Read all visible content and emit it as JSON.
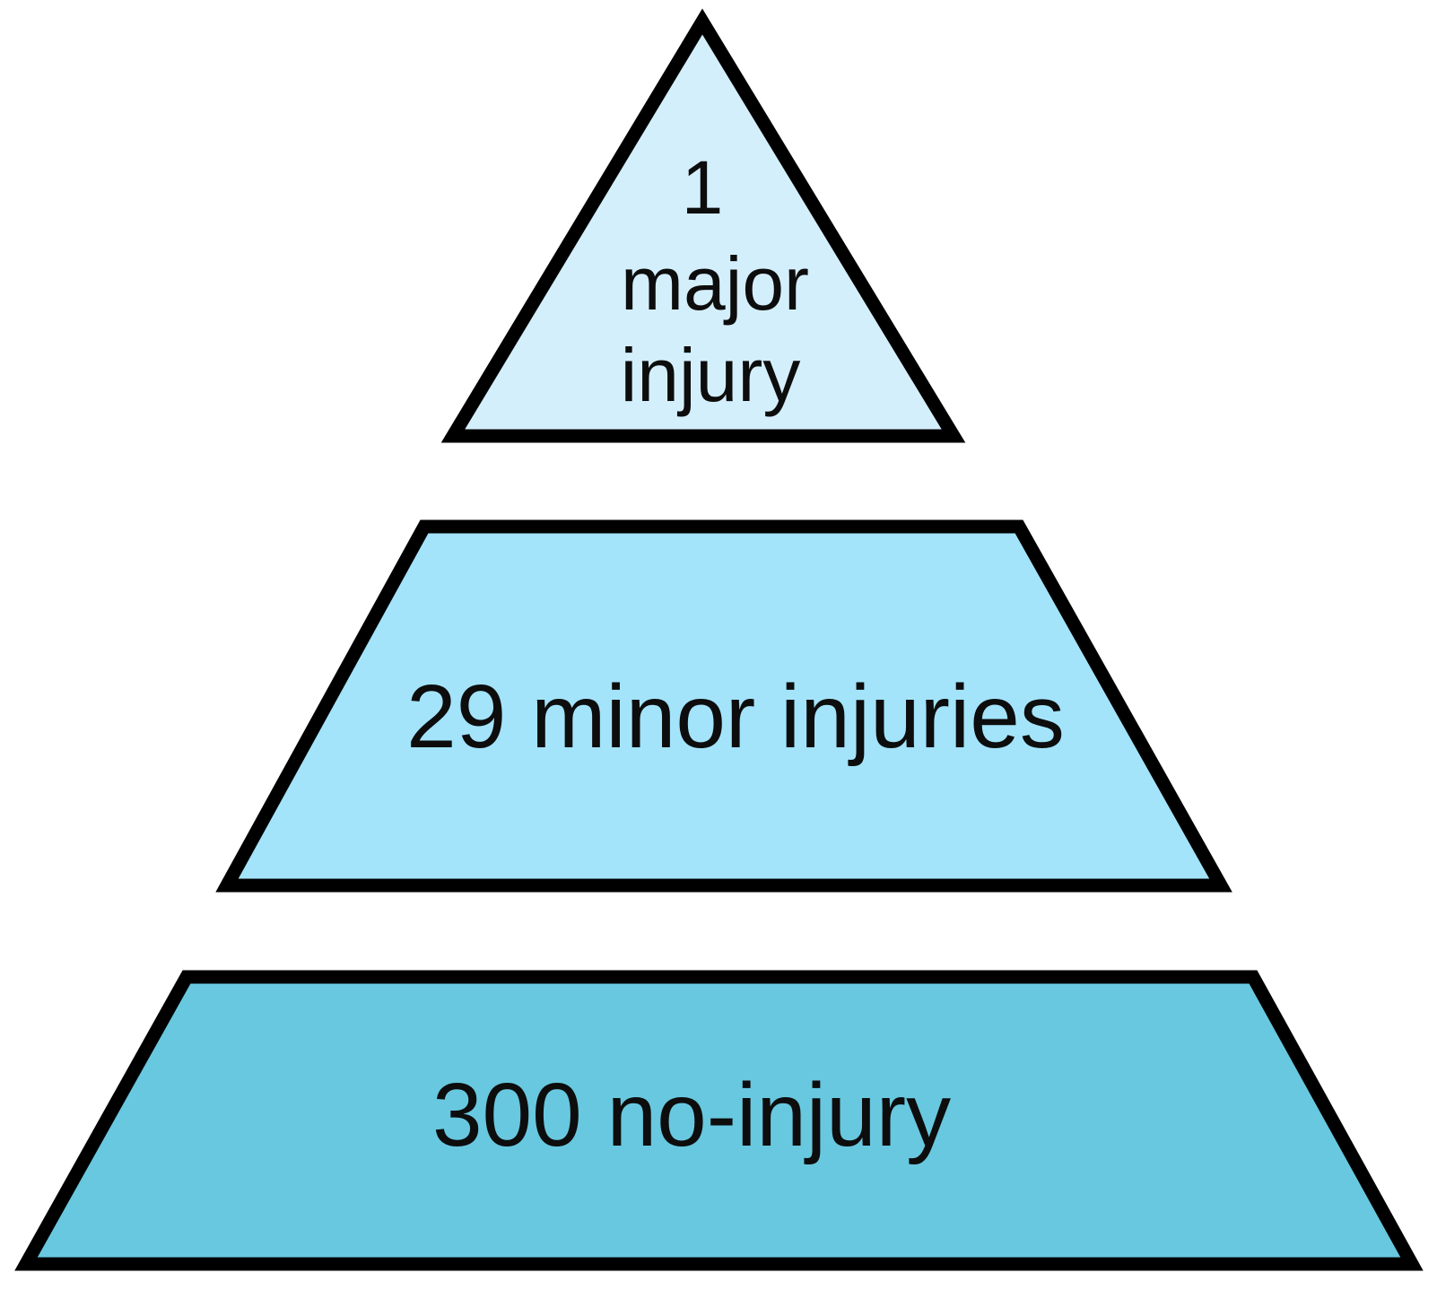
{
  "figure": {
    "name": "safety-incident-pyramid",
    "background_color": "#ffffff",
    "outline_color": "#000000"
  },
  "tiers": [
    {
      "id": "tier-major-injury",
      "shape": "triangle",
      "fill": "#D4EFFC",
      "count": "1",
      "label_lines": [
        "1",
        "major",
        "injury"
      ],
      "label_full": "1 major injury"
    },
    {
      "id": "tier-minor-injuries",
      "shape": "trapezoid",
      "fill": "#A3E4FB",
      "count": "29",
      "label_lines": [
        "29 minor injuries"
      ],
      "label_full": "29 minor injuries"
    },
    {
      "id": "tier-no-injury",
      "shape": "trapezoid",
      "fill": "#68C8DF",
      "count": "300",
      "label_lines": [
        "300 no-injury"
      ],
      "label_full": "300 no-injury"
    }
  ],
  "chart_data": {
    "type": "pie",
    "title": "",
    "subtitle": "",
    "xlabel": "",
    "ylabel": "",
    "categories": [
      "1 major injury",
      "29 minor injuries",
      "300 no-injury"
    ],
    "values": [
      1,
      29,
      300
    ],
    "colors": [
      "#D4EFFC",
      "#A3E4FB",
      "#68C8DF"
    ],
    "legend": "none",
    "grid": false,
    "annotations": [
      "1 major injury",
      "29 minor injuries",
      "300 no-injury"
    ]
  }
}
